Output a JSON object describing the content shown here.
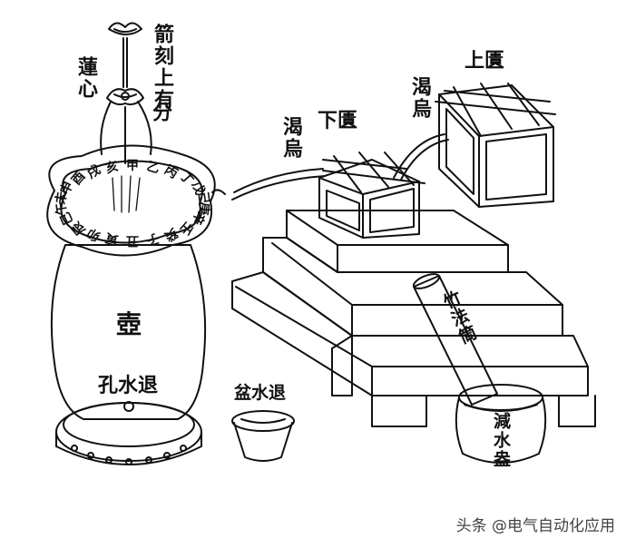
{
  "labels": {
    "lianxin": "蓮心",
    "jian_col1": "箭刻上有",
    "jian_col2": "分",
    "xia_gui": "下匱",
    "ke_wu_left": "渴烏",
    "shang_gui": "上匱",
    "ke_wu_right": "渴烏",
    "hu": "壺",
    "tui_shui_kong": "孔水退",
    "tui_shui_pen": "盆水退",
    "zhu_fa_tong": "竹法筒",
    "jian_shui_pan": "減水盎"
  },
  "dial_text": "甲乙丙丁戊己庚辛壬癸子丑寅卯辰巳午未申酉戌亥",
  "watermark": "头条 @电气自动化应用"
}
